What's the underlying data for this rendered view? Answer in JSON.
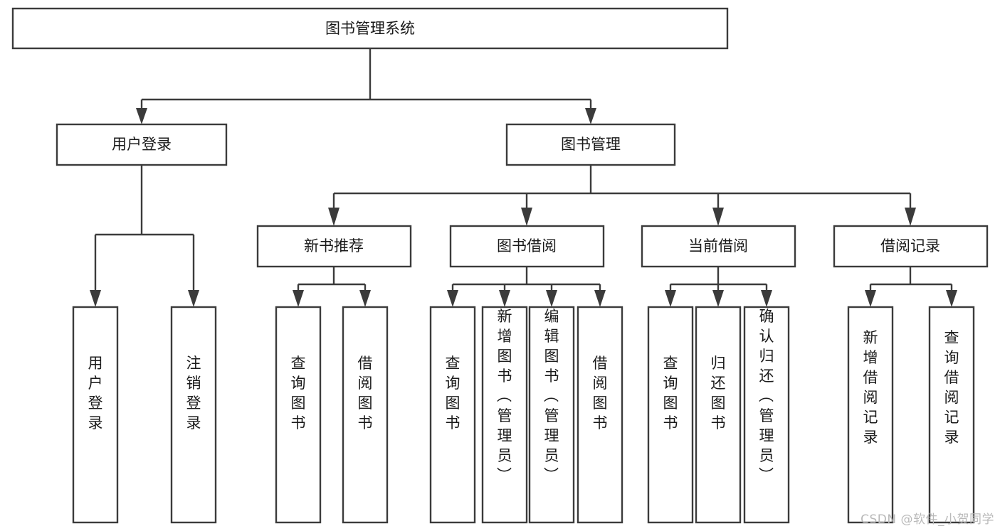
{
  "diagram": {
    "type": "tree-hierarchy-chart",
    "title": "图书管理系统",
    "watermark": "CSDN @软件_小贺同学",
    "colors": {
      "stroke": "#3b3b3b",
      "fill": "#ffffff",
      "text": "#1a1a1a",
      "watermark": "#b9b9b9"
    },
    "levels": {
      "level1": [
        {
          "id": "root",
          "label": "图书管理系统"
        }
      ],
      "level2": [
        {
          "id": "user-login",
          "label": "用户登录"
        },
        {
          "id": "book-management",
          "label": "图书管理"
        }
      ],
      "level3": [
        {
          "id": "new-book-recommend",
          "label": "新书推荐",
          "parent": "book-management"
        },
        {
          "id": "book-borrow",
          "label": "图书借阅",
          "parent": "book-management"
        },
        {
          "id": "current-borrow",
          "label": "当前借阅",
          "parent": "book-management"
        },
        {
          "id": "borrow-record",
          "label": "借阅记录",
          "parent": "book-management"
        }
      ],
      "leaves": [
        {
          "id": "leaf-user-login",
          "label": "用户登录",
          "parent": "user-login"
        },
        {
          "id": "leaf-logout-login",
          "label": "注销登录",
          "parent": "user-login"
        },
        {
          "id": "leaf-query-book-1",
          "label": "查询图书",
          "parent": "new-book-recommend"
        },
        {
          "id": "leaf-borrow-book-1",
          "label": "借阅图书",
          "parent": "new-book-recommend"
        },
        {
          "id": "leaf-query-book-2",
          "label": "查询图书",
          "parent": "book-borrow"
        },
        {
          "id": "leaf-add-book",
          "label": "新增图书（管理员）",
          "parent": "book-borrow"
        },
        {
          "id": "leaf-edit-book",
          "label": "编辑图书（管理员）",
          "parent": "book-borrow"
        },
        {
          "id": "leaf-borrow-book-2",
          "label": "借阅图书",
          "parent": "book-borrow"
        },
        {
          "id": "leaf-query-book-3",
          "label": "查询图书",
          "parent": "current-borrow"
        },
        {
          "id": "leaf-return-book",
          "label": "归还图书",
          "parent": "current-borrow"
        },
        {
          "id": "leaf-confirm-return",
          "label": "确认归还（管理员）",
          "parent": "current-borrow"
        },
        {
          "id": "leaf-add-record",
          "label": "新增借阅记录",
          "parent": "borrow-record"
        },
        {
          "id": "leaf-query-record",
          "label": "查询借阅记录",
          "parent": "borrow-record"
        }
      ]
    }
  }
}
